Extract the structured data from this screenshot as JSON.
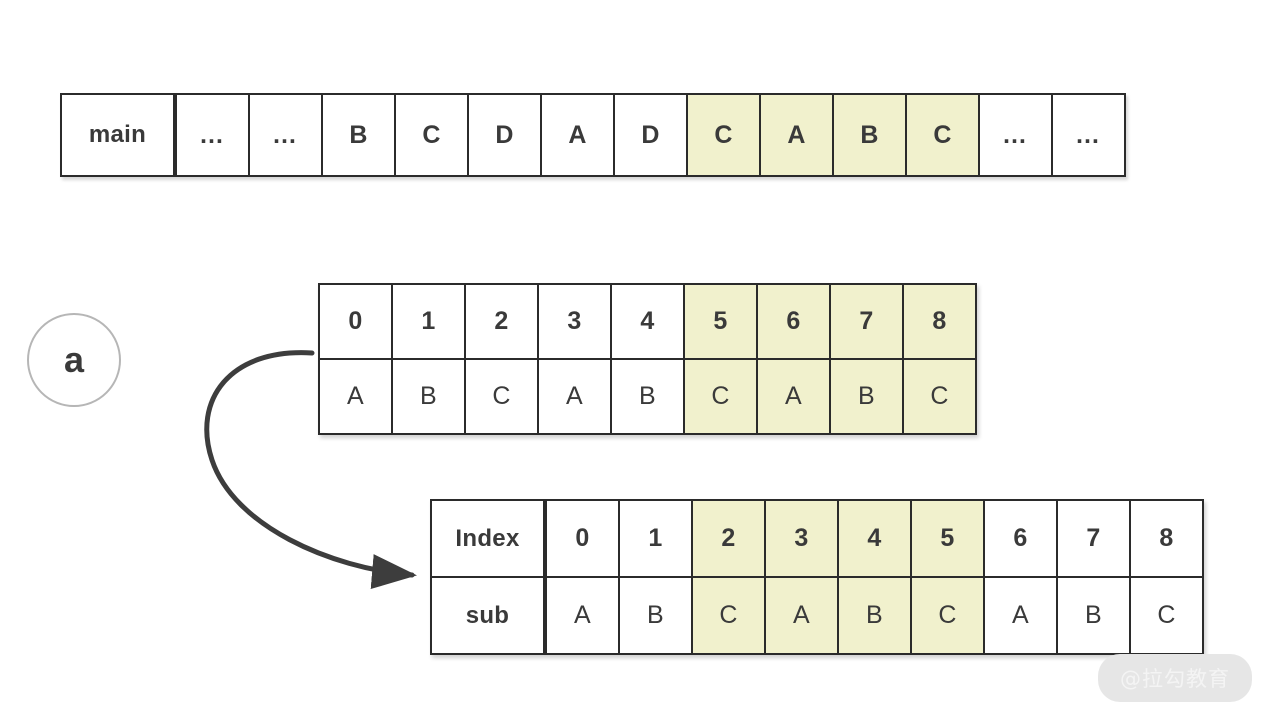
{
  "diagram": {
    "badge_label": "a",
    "highlight_color": "#f1f1cd",
    "line_color": "#2b2b2b",
    "text_color": "#3a3a3a"
  },
  "main_array": {
    "name": "main",
    "label": "main",
    "cells": [
      {
        "text": "…",
        "highlighted": false
      },
      {
        "text": "…",
        "highlighted": false
      },
      {
        "text": "B",
        "highlighted": false
      },
      {
        "text": "C",
        "highlighted": false
      },
      {
        "text": "D",
        "highlighted": false
      },
      {
        "text": "A",
        "highlighted": false
      },
      {
        "text": "D",
        "highlighted": false
      },
      {
        "text": "C",
        "highlighted": true
      },
      {
        "text": "A",
        "highlighted": true
      },
      {
        "text": "B",
        "highlighted": true
      },
      {
        "text": "C",
        "highlighted": true
      },
      {
        "text": "…",
        "highlighted": false
      },
      {
        "text": "…",
        "highlighted": false
      }
    ]
  },
  "sub_pattern_table": {
    "index_row": [
      {
        "text": "0",
        "highlighted": false
      },
      {
        "text": "1",
        "highlighted": false
      },
      {
        "text": "2",
        "highlighted": false
      },
      {
        "text": "3",
        "highlighted": false
      },
      {
        "text": "4",
        "highlighted": false
      },
      {
        "text": "5",
        "highlighted": true
      },
      {
        "text": "6",
        "highlighted": true
      },
      {
        "text": "7",
        "highlighted": true
      },
      {
        "text": "8",
        "highlighted": true
      }
    ],
    "value_row": [
      {
        "text": "A",
        "highlighted": false
      },
      {
        "text": "B",
        "highlighted": false
      },
      {
        "text": "C",
        "highlighted": false
      },
      {
        "text": "A",
        "highlighted": false
      },
      {
        "text": "B",
        "highlighted": false
      },
      {
        "text": "C",
        "highlighted": true
      },
      {
        "text": "A",
        "highlighted": true
      },
      {
        "text": "B",
        "highlighted": true
      },
      {
        "text": "C",
        "highlighted": true
      }
    ]
  },
  "sub_index_table": {
    "index_label": "Index",
    "sub_label": "sub",
    "index_row": [
      {
        "text": "0",
        "highlighted": false
      },
      {
        "text": "1",
        "highlighted": false
      },
      {
        "text": "2",
        "highlighted": true
      },
      {
        "text": "3",
        "highlighted": true
      },
      {
        "text": "4",
        "highlighted": true
      },
      {
        "text": "5",
        "highlighted": true
      },
      {
        "text": "6",
        "highlighted": false
      },
      {
        "text": "7",
        "highlighted": false
      },
      {
        "text": "8",
        "highlighted": false
      }
    ],
    "sub_row": [
      {
        "text": "A",
        "highlighted": false
      },
      {
        "text": "B",
        "highlighted": false
      },
      {
        "text": "C",
        "highlighted": true
      },
      {
        "text": "A",
        "highlighted": true
      },
      {
        "text": "B",
        "highlighted": true
      },
      {
        "text": "C",
        "highlighted": true
      },
      {
        "text": "A",
        "highlighted": false
      },
      {
        "text": "B",
        "highlighted": false
      },
      {
        "text": "C",
        "highlighted": false
      }
    ]
  },
  "watermark": {
    "text": "@拉勾教育"
  }
}
